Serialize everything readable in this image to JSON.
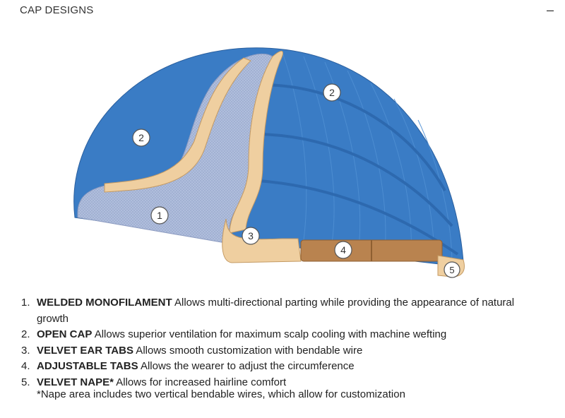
{
  "header": {
    "title": "CAP DESIGNS",
    "collapse_label": "–"
  },
  "diagram": {
    "callouts": [
      {
        "label": "1"
      },
      {
        "label": "2"
      },
      {
        "label": "2"
      },
      {
        "label": "3"
      },
      {
        "label": "4"
      },
      {
        "label": "5"
      }
    ],
    "colors": {
      "open_cap": "#3a7cc5",
      "open_cap_dark": "#2d69af",
      "monofilament": "#b2c0de",
      "velvet": "#efcfa0",
      "adjustable_tab": "#b9834f"
    }
  },
  "features": [
    {
      "num": "1.",
      "name": "WELDED MONOFILAMENT",
      "desc": " Allows multi-directional parting while providing the appearance of natural growth"
    },
    {
      "num": "2.",
      "name": "OPEN CAP",
      "desc": " Allows superior ventilation for maximum scalp cooling with machine wefting"
    },
    {
      "num": "3.",
      "name": "VELVET EAR TABS",
      "desc": " Allows smooth customization with bendable wire"
    },
    {
      "num": "4.",
      "name": "ADJUSTABLE TABS",
      "desc": " Allows the wearer to adjust the circumference"
    },
    {
      "num": "5.",
      "name": "VELVET NAPE*",
      "desc": " Allows for increased hairline comfort"
    }
  ],
  "note": "*Nape area includes two vertical bendable wires, which allow for customization"
}
